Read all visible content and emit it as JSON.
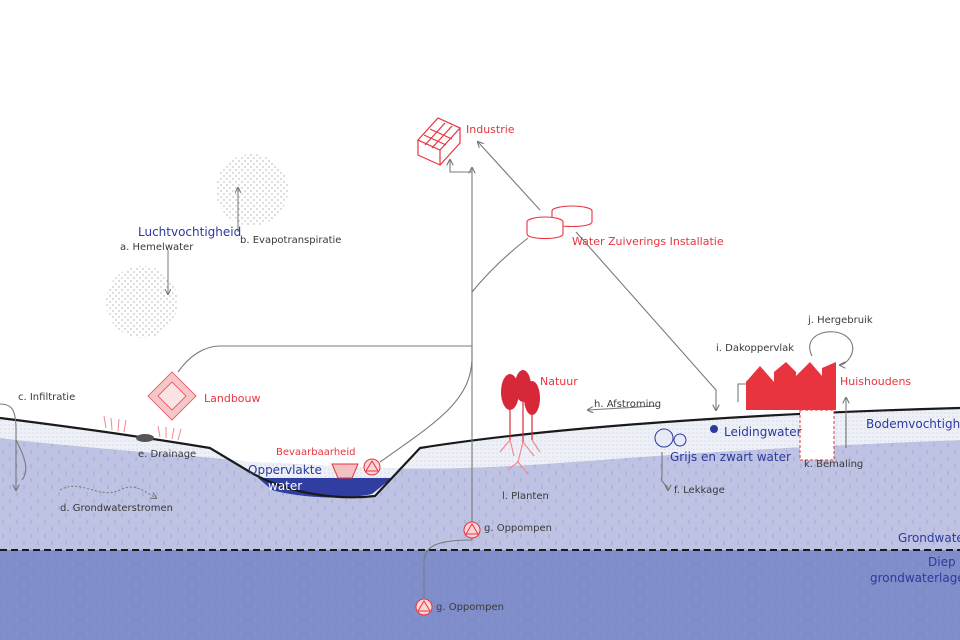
{
  "colors": {
    "accent_red": "#e8343f",
    "accent_blue": "#2b3a9c",
    "soil": "#eef0f8",
    "groundwater": "#bfc3e3",
    "deep_groundwater": "#7f8ecb",
    "surface_water": "#2f3ea0",
    "line": "#888888"
  },
  "labels": {
    "industrie": "Industrie",
    "wzi": "Water Zuiverings Installatie",
    "luchtvochtigheid": "Luchtvochtigheid",
    "hemelwater": "a. Hemelwater",
    "evapotranspiratie": "b. Evapotranspiratie",
    "landbouw": "Landbouw",
    "infiltratie": "c. Infiltratie",
    "drainage": "e. Drainage",
    "grondwaterstromen": "d. Grondwaterstromen",
    "bevaarbaarheid": "Bevaarbaarheid",
    "oppervlakte_water_1": "Oppervlakte",
    "oppervlakte_water_2": "water",
    "natuur": "Natuur",
    "planten": "l. Planten",
    "oppompen_1": "g. Oppompen",
    "oppompen_2": "g. Oppompen",
    "afstroming": "h. Afstroming",
    "dakoppervlak": "i. Dakoppervlak",
    "hergebruik": "j. Hergebruik",
    "huishoudens": "Huishoudens",
    "bodemvochtigheid": "Bodemvochtigheid",
    "leidingwater": "Leidingwater",
    "grijs_zwart": "Grijs en zwart water",
    "lekkage": "f. Lekkage",
    "bemaling": "k. Bemaling",
    "grondwater": "Grondwater",
    "diep_1": "Diep",
    "diep_2": "grondwaterlagen"
  }
}
